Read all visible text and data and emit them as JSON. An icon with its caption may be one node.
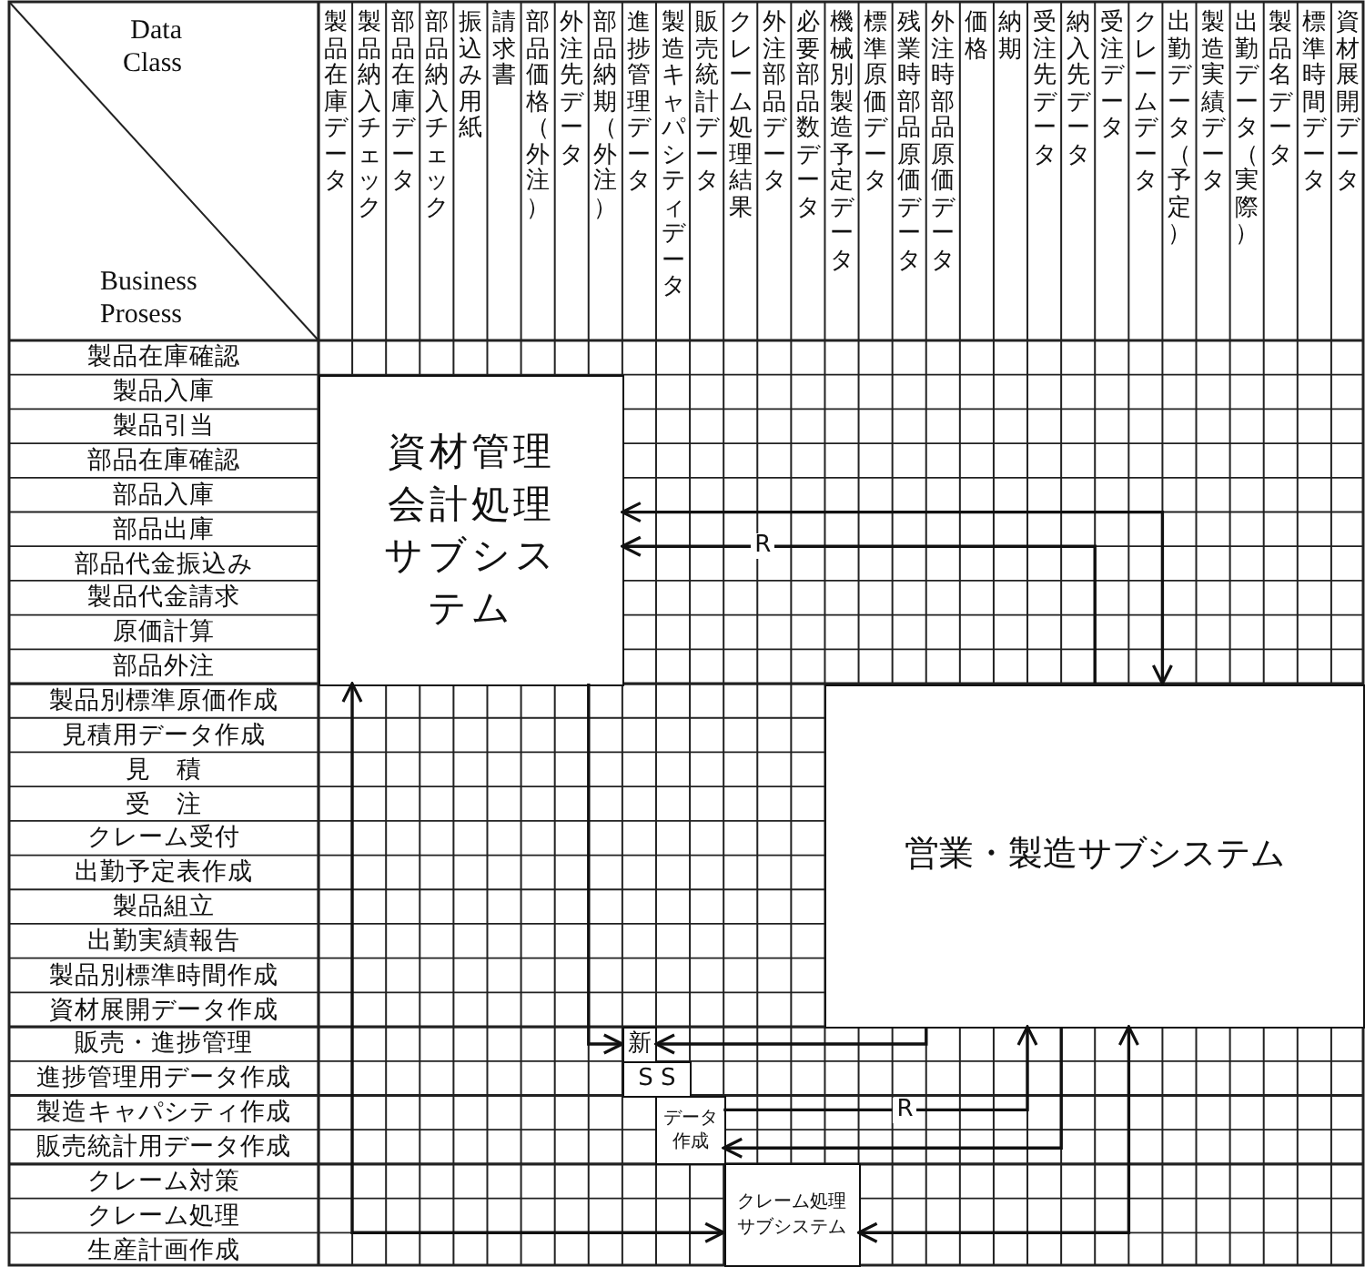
{
  "diagram": {
    "nodes": [
      {
        "text": [
          "資材管理会計処理サブシステム"
        ]
      },
      {
        "text": [
          "営業・製造サブシステム"
        ]
      },
      {
        "text": [
          "新"
        ]
      },
      {
        "text": [
          "S S"
        ]
      },
      {
        "text": [
          "データ作成"
        ]
      },
      {
        "text": [
          "クレーム処理サブシステム"
        ]
      }
    ],
    "edges": [
      {
        "from": 1,
        "to": 0,
        "arrow": "both"
      },
      {
        "from": 1,
        "to": 0,
        "arrow": "to",
        "label": "R"
      },
      {
        "from": 0,
        "to": 5,
        "arrow": "both"
      },
      {
        "from": 0,
        "to": 2,
        "arrow": "to"
      },
      {
        "from": 1,
        "to": 2,
        "arrow": "to"
      },
      {
        "from": 4,
        "to": 1,
        "arrow": "to",
        "label": "R"
      },
      {
        "from": 1,
        "to": 4,
        "arrow": "to"
      },
      {
        "from": 1,
        "to": 5,
        "arrow": "both"
      }
    ],
    "labels": [
      "Data Class",
      "Business Prosess",
      "製品在庫データ",
      "製品納入チェック",
      "部品在庫データ",
      "部品納入チェック",
      "振込み用紙",
      "請求書",
      "部品価格（外注）",
      "外注先データ",
      "部品納期（外注）",
      "進捗管理データ",
      "製造キャパシティデータ",
      "販売統計データ",
      "クレーム処理結果",
      "外注部品データ",
      "必要部品数データ",
      "機械別製造予定データ",
      "標準原価データ",
      "残業時部品原価データ",
      "外注時部品原価データ",
      "価格",
      "納期",
      "受注先データ",
      "納入先データ",
      "受注データ",
      "クレームデータ",
      "出勤データ（予定）",
      "製造実績データ",
      "出勤データ（実際）",
      "製品名データ",
      "標準時間データ",
      "資材展開データ",
      "製品在庫確認",
      "製品入庫",
      "製品引当",
      "部品在庫確認",
      "部品入庫",
      "部品出庫",
      "部品代金振込み",
      "製品代金請求",
      "原価計算",
      "部品外注",
      "製品別標準原価作成",
      "見積用データ作成",
      "見　積",
      "受　注",
      "クレーム受付",
      "出勤予定表作成",
      "製品組立",
      "出勤実績報告",
      "製品別標準時間作成",
      "資材展開データ作成",
      "販売・進捗管理",
      "進捗管理用データ作成",
      "製造キャパシティ作成",
      "販売統計用データ作成",
      "クレーム対策",
      "クレーム処理",
      "生産計画作成"
    ]
  }
}
